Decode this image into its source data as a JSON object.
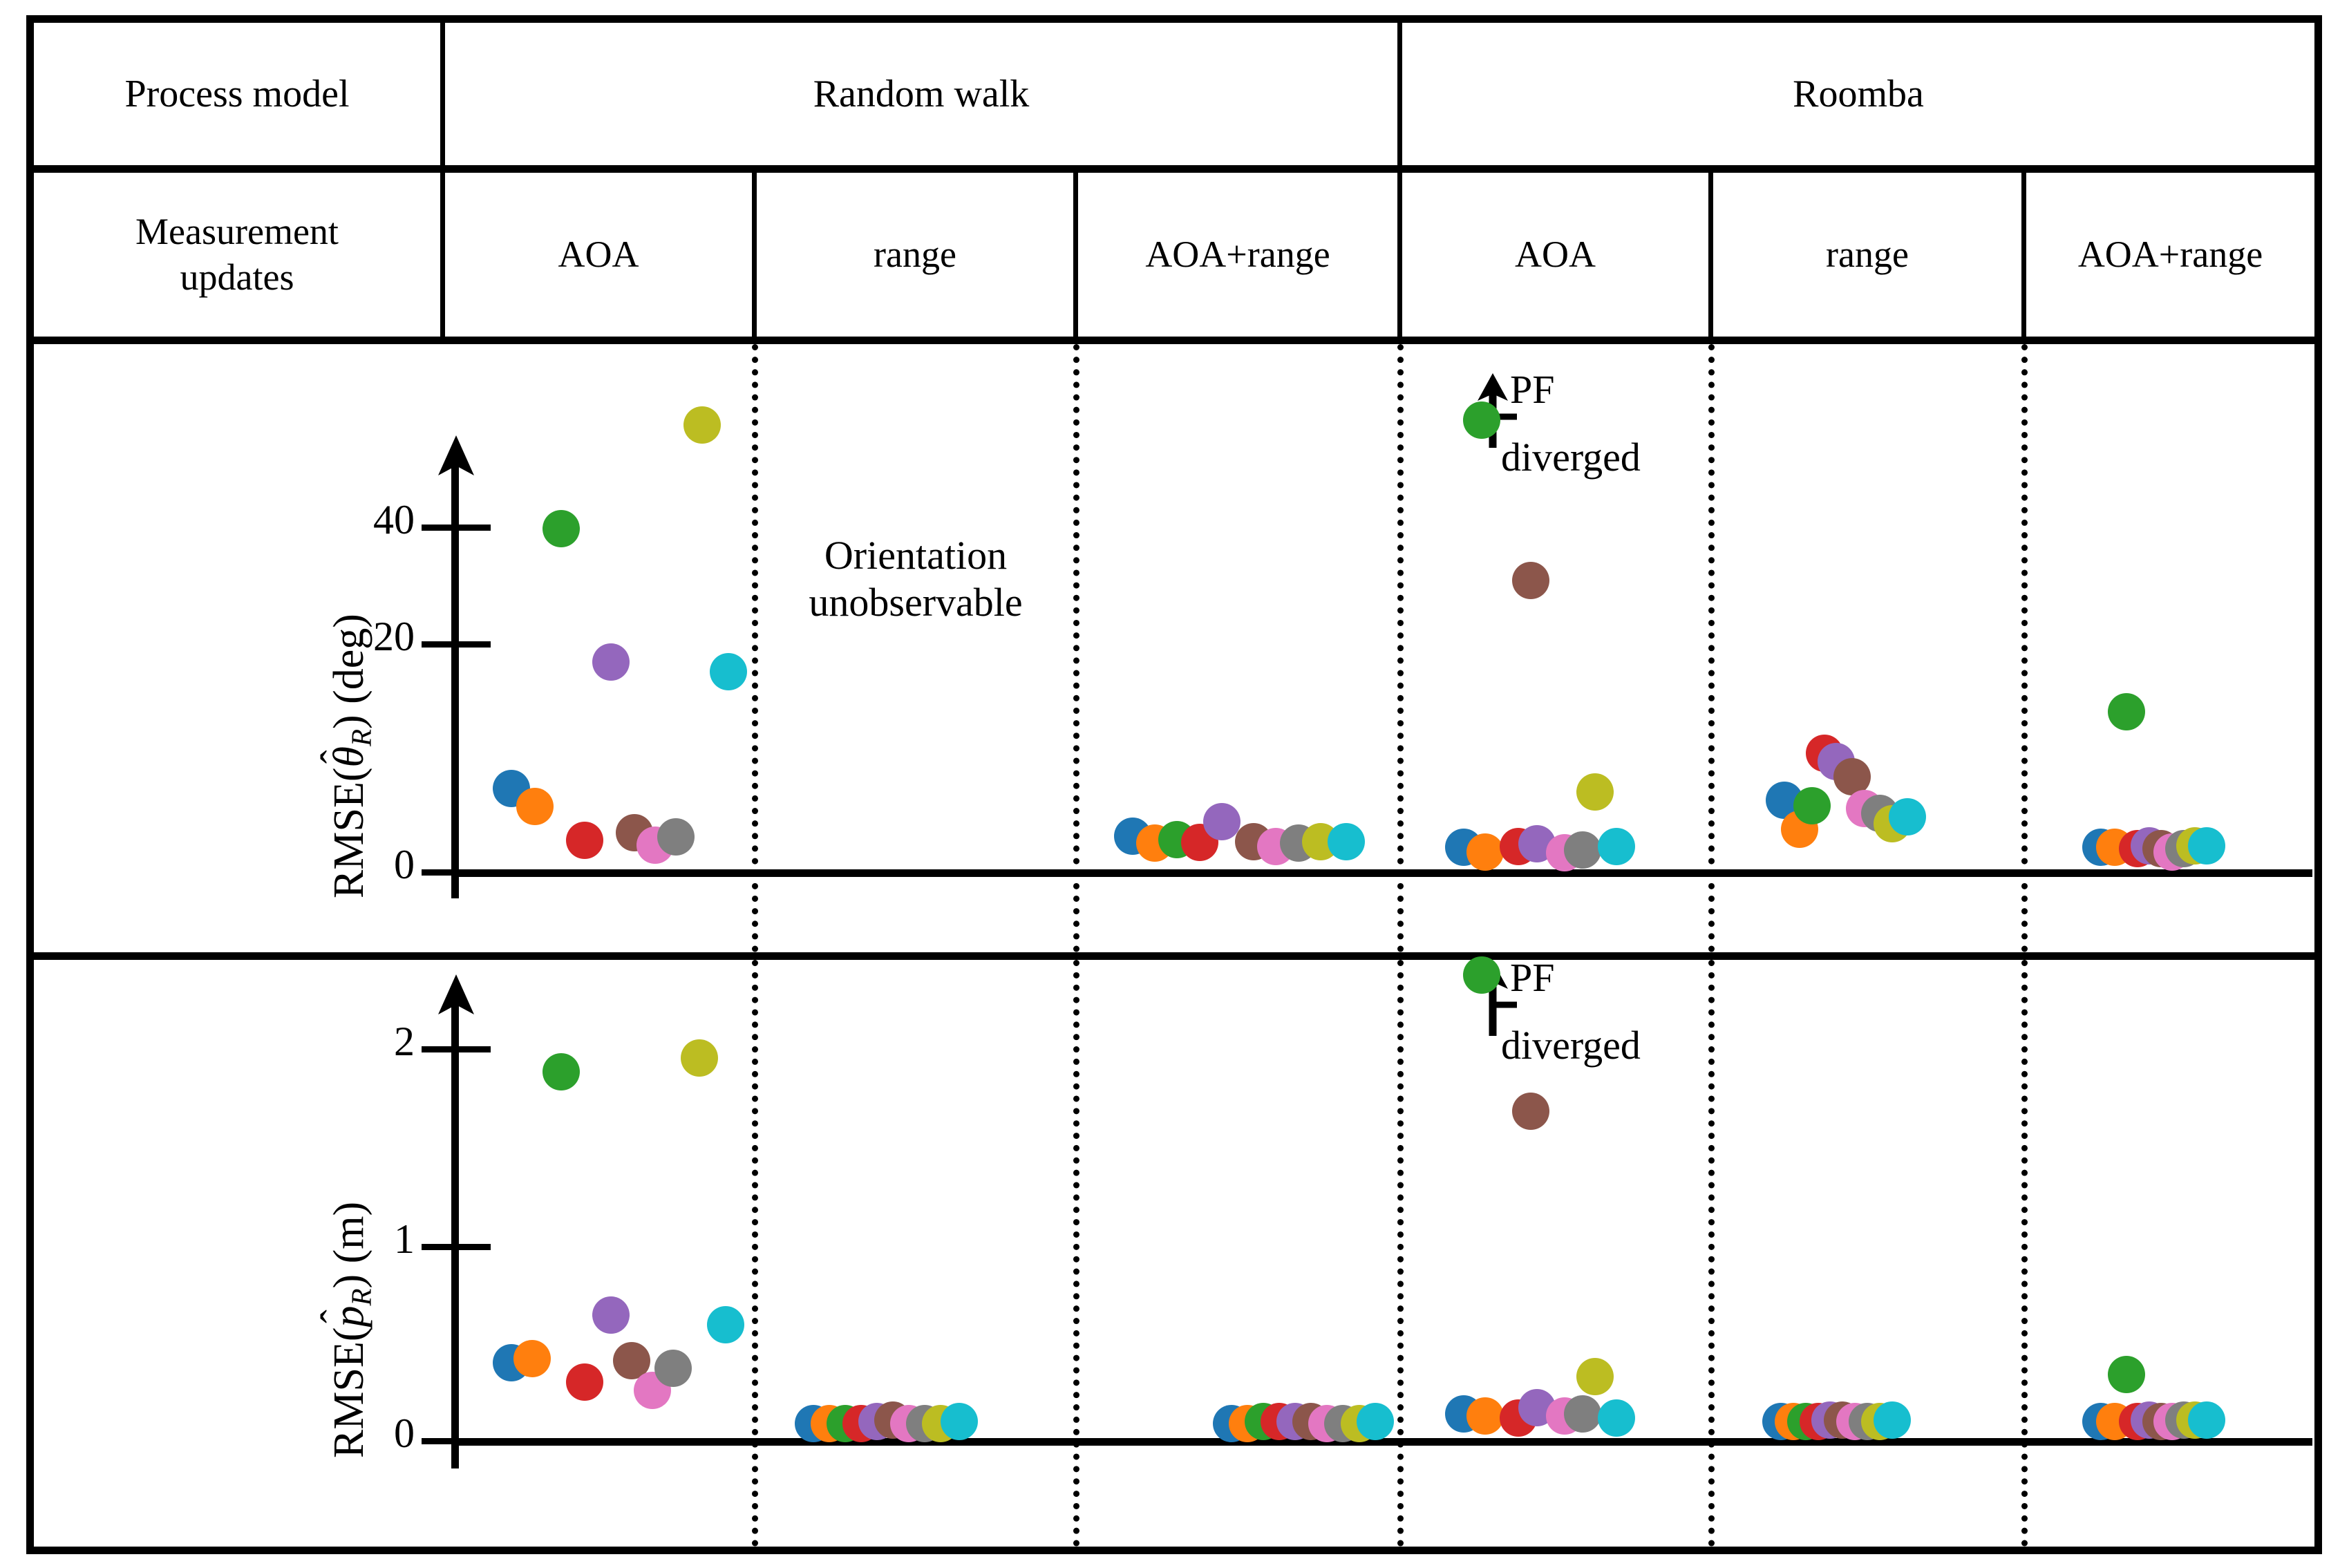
{
  "table": {
    "row1_label": "Process model",
    "row2_label": "Measurement\nupdates",
    "process_models": [
      {
        "name": "Random walk"
      },
      {
        "name": "Roomba"
      }
    ],
    "measurement_updates": [
      "AOA",
      "range",
      "AOA+range",
      "AOA",
      "range",
      "AOA+range"
    ]
  },
  "annotations": {
    "orientation_unobservable": "Orientation\nunobservable",
    "pf": "PF",
    "diverged": "diverged"
  },
  "colors": {
    "blue": "#1f77b4",
    "orange": "#ff7f0e",
    "green": "#2ca02c",
    "red": "#d62728",
    "purple": "#9467bd",
    "brown": "#8c564b",
    "pink": "#e377c2",
    "gray": "#7f7f7f",
    "olive": "#bcbd22",
    "cyan": "#17becf"
  },
  "chart_data": [
    {
      "id": "rmse-theta",
      "type": "scatter",
      "title": "",
      "ylabel": "RMSE(theta_R) (deg)",
      "ylabel_parts": {
        "prefix": "RMSE(",
        "hat_var": "θ",
        "sub": "R",
        "suffix": ") (deg)"
      },
      "yticks": [
        0,
        20,
        40
      ],
      "ytick_labels": [
        "0",
        "20",
        "40"
      ],
      "ylim": [
        0,
        55
      ],
      "xlabel": "",
      "grid": false,
      "legend": "none",
      "panels": [
        {
          "process_model": "Random walk",
          "measurement_update": "AOA",
          "note": "",
          "points": [
            {
              "color": "blue",
              "x": 0.18,
              "y": 9.7
            },
            {
              "color": "orange",
              "x": 0.26,
              "y": 7.6
            },
            {
              "color": "green",
              "x": 0.35,
              "y": 39.5
            },
            {
              "color": "red",
              "x": 0.43,
              "y": 3.7
            },
            {
              "color": "purple",
              "x": 0.52,
              "y": 24.2
            },
            {
              "color": "brown",
              "x": 0.6,
              "y": 4.6
            },
            {
              "color": "pink",
              "x": 0.67,
              "y": 3.2
            },
            {
              "color": "gray",
              "x": 0.74,
              "y": 4.1
            },
            {
              "color": "olive",
              "x": 0.83,
              "y": 51.4
            },
            {
              "color": "cyan",
              "x": 0.92,
              "y": 23.1
            }
          ]
        },
        {
          "process_model": "Random walk",
          "measurement_update": "range",
          "note": "Orientation\nunobservable",
          "points": []
        },
        {
          "process_model": "Random walk",
          "measurement_update": "AOA+range",
          "note": "",
          "points": [
            {
              "color": "blue",
              "x": 0.17,
              "y": 4.2
            },
            {
              "color": "orange",
              "x": 0.24,
              "y": 3.4
            },
            {
              "color": "green",
              "x": 0.31,
              "y": 3.8
            },
            {
              "color": "red",
              "x": 0.38,
              "y": 3.5
            },
            {
              "color": "purple",
              "x": 0.45,
              "y": 5.9
            },
            {
              "color": "brown",
              "x": 0.55,
              "y": 3.6
            },
            {
              "color": "pink",
              "x": 0.62,
              "y": 3.0
            },
            {
              "color": "gray",
              "x": 0.69,
              "y": 3.4
            },
            {
              "color": "olive",
              "x": 0.76,
              "y": 3.6
            },
            {
              "color": "cyan",
              "x": 0.84,
              "y": 3.6
            }
          ]
        },
        {
          "process_model": "Roomba",
          "measurement_update": "AOA",
          "note": "",
          "pf_diverged": true,
          "points": [
            {
              "color": "blue",
              "x": 0.2,
              "y": 2.9
            },
            {
              "color": "orange",
              "x": 0.27,
              "y": 2.4
            },
            {
              "color": "green",
              "x": 0.26,
              "y": 52.0
            },
            {
              "color": "red",
              "x": 0.38,
              "y": 3.0
            },
            {
              "color": "purple",
              "x": 0.44,
              "y": 3.3
            },
            {
              "color": "brown",
              "x": 0.42,
              "y": 33.6
            },
            {
              "color": "pink",
              "x": 0.53,
              "y": 2.3
            },
            {
              "color": "gray",
              "x": 0.59,
              "y": 2.6
            },
            {
              "color": "olive",
              "x": 0.63,
              "y": 9.3
            },
            {
              "color": "cyan",
              "x": 0.7,
              "y": 3.0
            }
          ]
        },
        {
          "process_model": "Roomba",
          "measurement_update": "range",
          "note": "",
          "points": [
            {
              "color": "blue",
              "x": 0.23,
              "y": 8.3
            },
            {
              "color": "orange",
              "x": 0.28,
              "y": 5.0
            },
            {
              "color": "green",
              "x": 0.32,
              "y": 7.7
            },
            {
              "color": "red",
              "x": 0.36,
              "y": 13.7
            },
            {
              "color": "purple",
              "x": 0.4,
              "y": 12.8
            },
            {
              "color": "brown",
              "x": 0.45,
              "y": 11.0
            },
            {
              "color": "pink",
              "x": 0.49,
              "y": 7.4
            },
            {
              "color": "gray",
              "x": 0.54,
              "y": 6.8
            },
            {
              "color": "olive",
              "x": 0.58,
              "y": 5.6
            },
            {
              "color": "cyan",
              "x": 0.63,
              "y": 6.4
            }
          ]
        },
        {
          "process_model": "Roomba",
          "measurement_update": "AOA+range",
          "note": "",
          "points": [
            {
              "color": "blue",
              "x": 0.26,
              "y": 2.9
            },
            {
              "color": "orange",
              "x": 0.31,
              "y": 2.9
            },
            {
              "color": "green",
              "x": 0.35,
              "y": 18.5
            },
            {
              "color": "red",
              "x": 0.39,
              "y": 2.8
            },
            {
              "color": "purple",
              "x": 0.43,
              "y": 3.1
            },
            {
              "color": "brown",
              "x": 0.47,
              "y": 2.8
            },
            {
              "color": "pink",
              "x": 0.51,
              "y": 2.4
            },
            {
              "color": "gray",
              "x": 0.55,
              "y": 2.8
            },
            {
              "color": "olive",
              "x": 0.59,
              "y": 3.1
            },
            {
              "color": "cyan",
              "x": 0.63,
              "y": 3.1
            }
          ]
        }
      ]
    },
    {
      "id": "rmse-p",
      "type": "scatter",
      "title": "",
      "ylabel": "RMSE(p_R) (m)",
      "ylabel_parts": {
        "prefix": "RMSE(",
        "hat_var": "p",
        "sub": "R",
        "suffix": ") (m)"
      },
      "yticks": [
        0,
        1,
        2
      ],
      "ytick_labels": [
        "0",
        "1",
        "2"
      ],
      "ylim": [
        0,
        2.6
      ],
      "xlabel": "",
      "grid": false,
      "legend": "none",
      "panels": [
        {
          "process_model": "Random walk",
          "measurement_update": "AOA",
          "note": "",
          "points": [
            {
              "color": "blue",
              "x": 0.18,
              "y": 0.4
            },
            {
              "color": "orange",
              "x": 0.25,
              "y": 0.42
            },
            {
              "color": "green",
              "x": 0.35,
              "y": 1.87
            },
            {
              "color": "red",
              "x": 0.43,
              "y": 0.3
            },
            {
              "color": "purple",
              "x": 0.52,
              "y": 0.64
            },
            {
              "color": "brown",
              "x": 0.59,
              "y": 0.41
            },
            {
              "color": "pink",
              "x": 0.66,
              "y": 0.26
            },
            {
              "color": "gray",
              "x": 0.73,
              "y": 0.37
            },
            {
              "color": "olive",
              "x": 0.82,
              "y": 1.94
            },
            {
              "color": "cyan",
              "x": 0.91,
              "y": 0.59
            }
          ]
        },
        {
          "process_model": "Random walk",
          "measurement_update": "range",
          "note": "",
          "points": [
            {
              "color": "blue",
              "x": 0.18,
              "y": 0.09
            },
            {
              "color": "orange",
              "x": 0.23,
              "y": 0.09
            },
            {
              "color": "green",
              "x": 0.28,
              "y": 0.09
            },
            {
              "color": "red",
              "x": 0.33,
              "y": 0.09
            },
            {
              "color": "purple",
              "x": 0.38,
              "y": 0.1
            },
            {
              "color": "brown",
              "x": 0.43,
              "y": 0.11
            },
            {
              "color": "pink",
              "x": 0.48,
              "y": 0.09
            },
            {
              "color": "gray",
              "x": 0.53,
              "y": 0.09
            },
            {
              "color": "olive",
              "x": 0.58,
              "y": 0.09
            },
            {
              "color": "cyan",
              "x": 0.64,
              "y": 0.1
            }
          ]
        },
        {
          "process_model": "Random walk",
          "measurement_update": "AOA+range",
          "note": "",
          "points": [
            {
              "color": "blue",
              "x": 0.48,
              "y": 0.09
            },
            {
              "color": "orange",
              "x": 0.53,
              "y": 0.09
            },
            {
              "color": "green",
              "x": 0.58,
              "y": 0.1
            },
            {
              "color": "red",
              "x": 0.63,
              "y": 0.1
            },
            {
              "color": "purple",
              "x": 0.68,
              "y": 0.1
            },
            {
              "color": "brown",
              "x": 0.73,
              "y": 0.1
            },
            {
              "color": "pink",
              "x": 0.78,
              "y": 0.09
            },
            {
              "color": "gray",
              "x": 0.83,
              "y": 0.09
            },
            {
              "color": "olive",
              "x": 0.88,
              "y": 0.09
            },
            {
              "color": "cyan",
              "x": 0.93,
              "y": 0.1
            }
          ]
        },
        {
          "process_model": "Roomba",
          "measurement_update": "AOA",
          "note": "",
          "pf_diverged": true,
          "points": [
            {
              "color": "blue",
              "x": 0.2,
              "y": 0.14
            },
            {
              "color": "orange",
              "x": 0.27,
              "y": 0.13
            },
            {
              "color": "green",
              "x": 0.26,
              "y": 2.36
            },
            {
              "color": "red",
              "x": 0.38,
              "y": 0.12
            },
            {
              "color": "purple",
              "x": 0.44,
              "y": 0.17
            },
            {
              "color": "brown",
              "x": 0.42,
              "y": 1.67
            },
            {
              "color": "pink",
              "x": 0.53,
              "y": 0.13
            },
            {
              "color": "gray",
              "x": 0.59,
              "y": 0.14
            },
            {
              "color": "olive",
              "x": 0.63,
              "y": 0.33
            },
            {
              "color": "cyan",
              "x": 0.7,
              "y": 0.12
            }
          ]
        },
        {
          "process_model": "Roomba",
          "measurement_update": "range",
          "note": "",
          "points": [
            {
              "color": "blue",
              "x": 0.22,
              "y": 0.1
            },
            {
              "color": "orange",
              "x": 0.26,
              "y": 0.1
            },
            {
              "color": "green",
              "x": 0.3,
              "y": 0.1
            },
            {
              "color": "red",
              "x": 0.34,
              "y": 0.1
            },
            {
              "color": "purple",
              "x": 0.38,
              "y": 0.11
            },
            {
              "color": "brown",
              "x": 0.42,
              "y": 0.11
            },
            {
              "color": "pink",
              "x": 0.46,
              "y": 0.1
            },
            {
              "color": "gray",
              "x": 0.5,
              "y": 0.1
            },
            {
              "color": "olive",
              "x": 0.54,
              "y": 0.1
            },
            {
              "color": "cyan",
              "x": 0.58,
              "y": 0.11
            }
          ]
        },
        {
          "process_model": "Roomba",
          "measurement_update": "AOA+range",
          "note": "",
          "points": [
            {
              "color": "blue",
              "x": 0.26,
              "y": 0.1
            },
            {
              "color": "orange",
              "x": 0.31,
              "y": 0.1
            },
            {
              "color": "green",
              "x": 0.35,
              "y": 0.34
            },
            {
              "color": "red",
              "x": 0.39,
              "y": 0.1
            },
            {
              "color": "purple",
              "x": 0.43,
              "y": 0.11
            },
            {
              "color": "brown",
              "x": 0.47,
              "y": 0.1
            },
            {
              "color": "pink",
              "x": 0.51,
              "y": 0.1
            },
            {
              "color": "gray",
              "x": 0.55,
              "y": 0.11
            },
            {
              "color": "olive",
              "x": 0.59,
              "y": 0.11
            },
            {
              "color": "cyan",
              "x": 0.63,
              "y": 0.11
            }
          ]
        }
      ]
    }
  ]
}
